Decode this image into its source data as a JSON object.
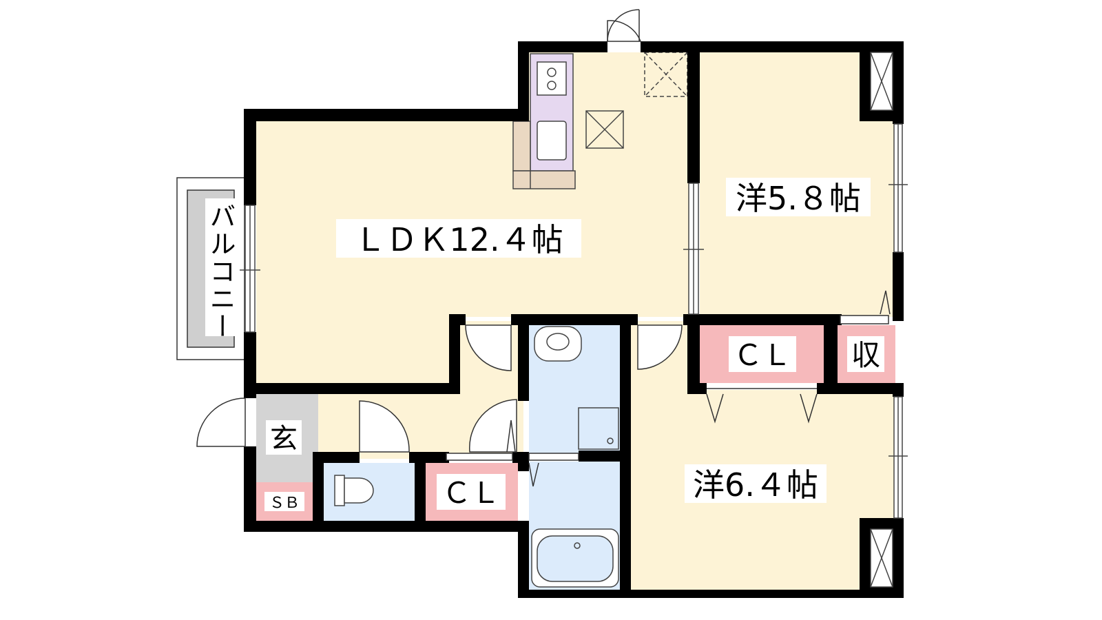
{
  "rooms": {
    "ldk": "ＬＤＫ12.４帖",
    "western1": "洋5.８帖",
    "western2": "洋6.４帖",
    "closet1": "ＣＬ",
    "closet2": "ＣＬ",
    "storage": "収",
    "entrance": "玄",
    "shoebox": "ＳＢ",
    "balcony": "バルコニー"
  },
  "colors": {
    "room_floor": "#fdf3d6",
    "wet_area": "#dcebfb",
    "closet": "#f6b9bb",
    "kitchen": "#e6d8f0",
    "entrance": "#d4d4d4",
    "balcony": "#cfcfcf",
    "wall": "#000000"
  }
}
